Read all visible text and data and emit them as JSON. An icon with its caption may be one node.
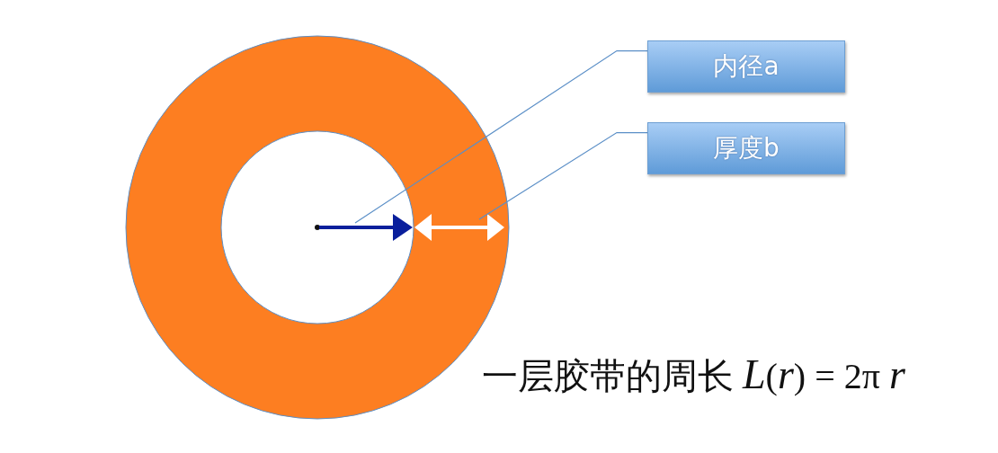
{
  "diagram": {
    "nodes": [
      {
        "text": [
          "内径a"
        ]
      },
      {
        "text": [
          "厚度b"
        ]
      }
    ],
    "edges": [
      {
        "from": 0,
        "to": null,
        "arrow": "none"
      },
      {
        "from": 1,
        "to": null,
        "arrow": "none"
      }
    ],
    "labels": [
      "一层胶带的周长 *L*(*r*) = 2π *r*"
    ]
  }
}
